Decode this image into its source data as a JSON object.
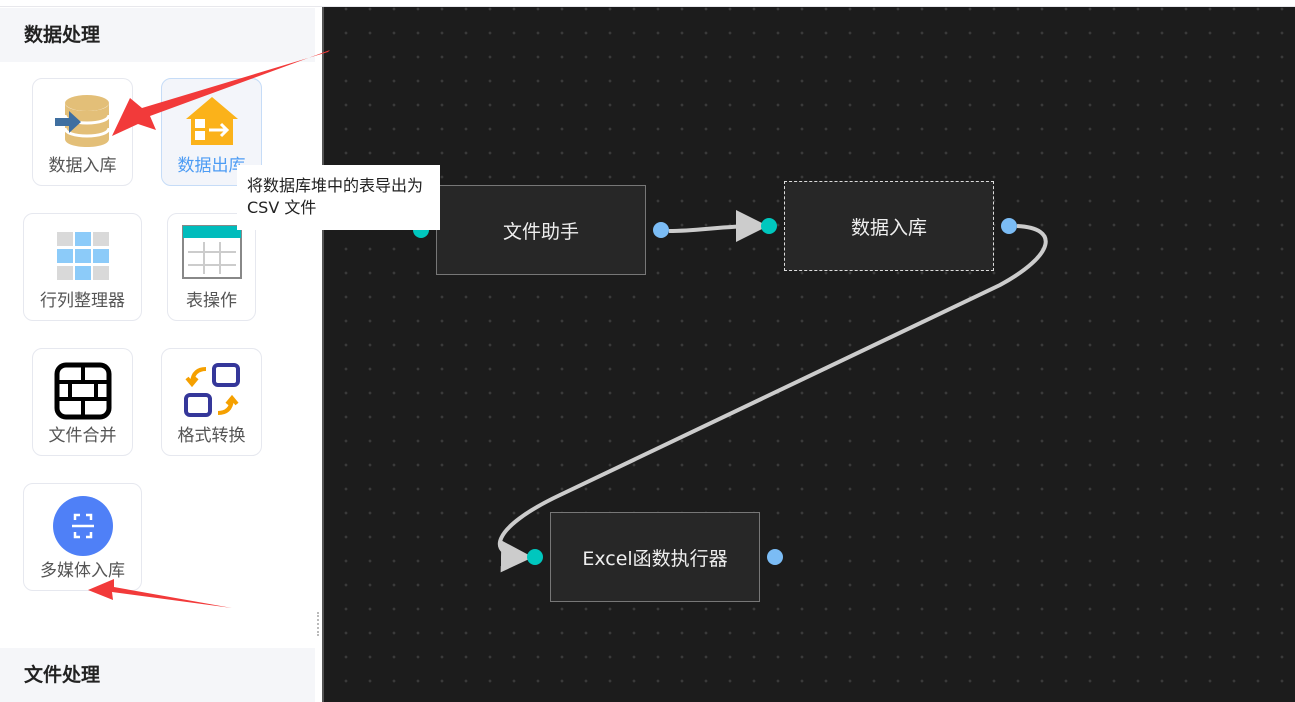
{
  "sidebar": {
    "sections": [
      {
        "title": "数据处理"
      },
      {
        "title": "文件处理"
      }
    ],
    "items": [
      {
        "label": "数据入库",
        "icon": "database-import-icon"
      },
      {
        "label": "数据出库",
        "icon": "database-export-icon",
        "active": true
      },
      {
        "label": "行列整理器",
        "icon": "grid-icon"
      },
      {
        "label": "表操作",
        "icon": "table-icon"
      },
      {
        "label": "文件合并",
        "icon": "merge-icon"
      },
      {
        "label": "格式转换",
        "icon": "format-convert-icon"
      },
      {
        "label": "多媒体入库",
        "icon": "scan-icon"
      }
    ]
  },
  "tooltip": {
    "text": "将数据库堆中的表导出为 CSV 文件"
  },
  "canvas": {
    "nodes": [
      {
        "label": "文件助手"
      },
      {
        "label": "数据入库",
        "selected": true
      },
      {
        "label": "Excel函数执行器"
      }
    ]
  },
  "colors": {
    "accent": "#4d9cf4",
    "port_in": "#00c7be",
    "port_out": "#7bbcf5",
    "annotation": "#f23a3a"
  }
}
